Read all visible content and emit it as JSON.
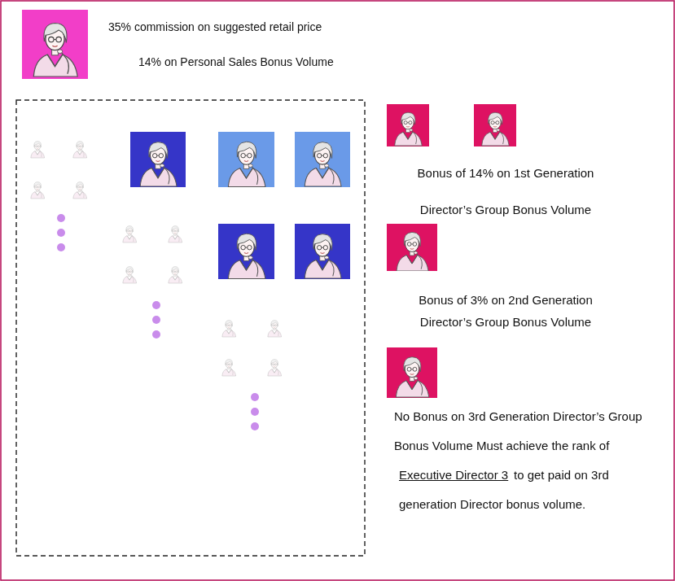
{
  "diagram": {
    "labels": [
      "35% commission on suggested retail price",
      "14% on Personal Sales Bonus Volume",
      "Bonus of 14% on 1st Generation Director’s Group Bonus Volume",
      "Bonus of 3% on 2nd Generation Director’s Group Bonus Volume",
      "No Bonus on 3rd Generation Director’s Group Bonus Volume Must achieve the rank of",
      "Executive Director 3",
      "to get paid on 3rd generation Director bonus volume."
    ]
  }
}
